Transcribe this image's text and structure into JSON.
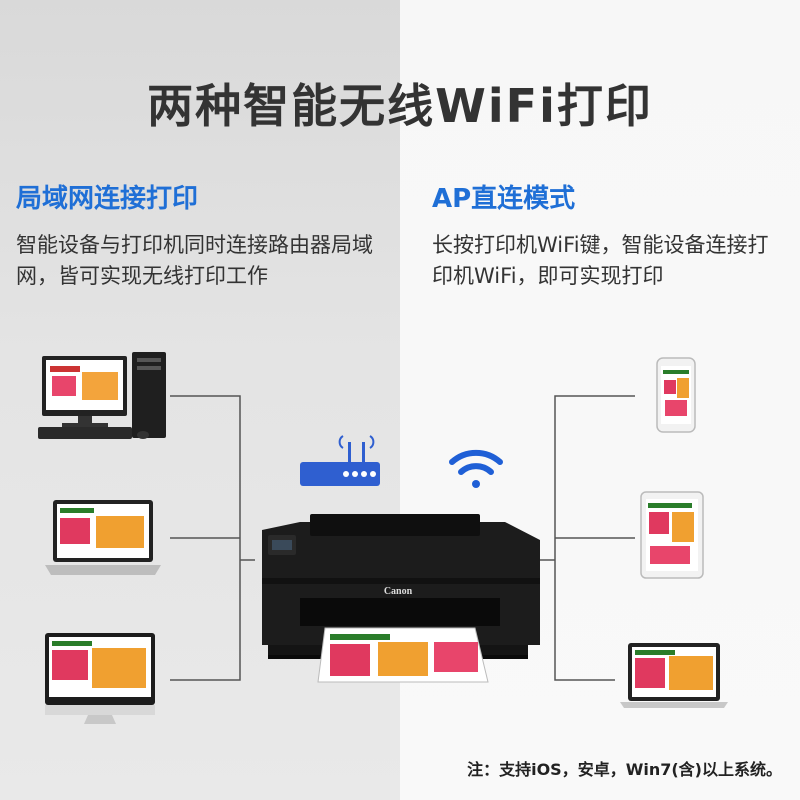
{
  "title": "两种智能无线WiFi打印",
  "left": {
    "heading": "局域网连接打印",
    "desc": "智能设备与打印机同时连接路由器局域网，皆可实现无线打印工作"
  },
  "right": {
    "heading": "AP直连模式",
    "desc": "长按打印机WiFi键，智能设备连接打印机WiFi，即可实现打印"
  },
  "note": "注：支持iOS，安卓，Win7(含)以上系统。",
  "printer": {
    "brand": "Canon"
  },
  "colors": {
    "accent": "#1f6fd6",
    "printer_body": "#1c1c1c",
    "router": "#2f5fd0"
  }
}
